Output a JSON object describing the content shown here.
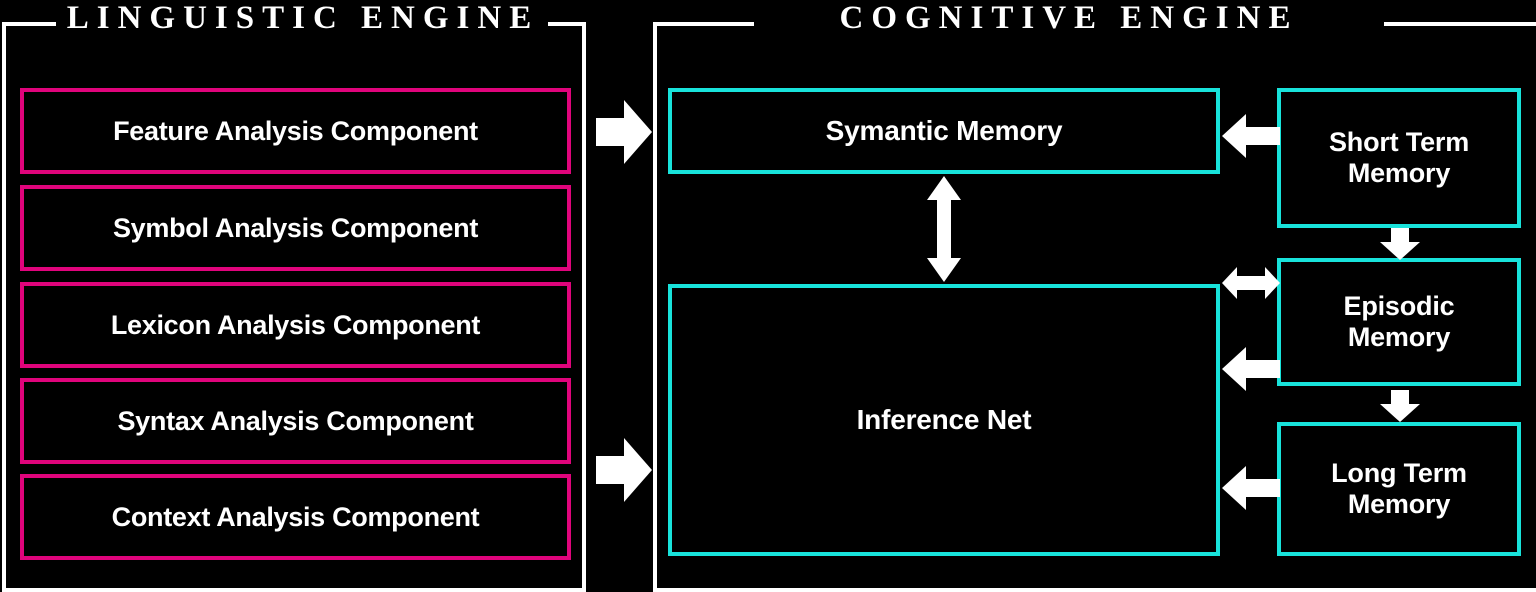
{
  "diagram": {
    "title_linguistic": "LINGUISTIC ENGINE",
    "title_cognitive": "COGNITIVE ENGINE",
    "colors": {
      "background": "#000000",
      "panel_border": "#ffffff",
      "linguistic_box": "#e0047c",
      "cognitive_box": "#18e3db",
      "arrow": "#ffffff",
      "text": "#ffffff"
    }
  },
  "linguistic_engine": {
    "components": [
      {
        "label": "Feature Analysis Component"
      },
      {
        "label": "Symbol Analysis Component"
      },
      {
        "label": "Lexicon Analysis Component"
      },
      {
        "label": "Syntax Analysis Component"
      },
      {
        "label": "Context Analysis Component"
      }
    ]
  },
  "cognitive_engine": {
    "core": [
      {
        "label": "Symantic Memory"
      },
      {
        "label": "Inference Net"
      }
    ],
    "memories": [
      {
        "label_line1": "Short Term",
        "label_line2": "Memory"
      },
      {
        "label_line1": "Episodic",
        "label_line2": "Memory"
      },
      {
        "label_line1": "Long Term",
        "label_line2": "Memory"
      }
    ]
  },
  "connections": [
    {
      "name": "linguistic-to-symantic",
      "direction": "right"
    },
    {
      "name": "linguistic-to-inference",
      "direction": "right"
    },
    {
      "name": "symantic-to-inference",
      "direction": "updown"
    },
    {
      "name": "short-term-to-symantic",
      "direction": "left"
    },
    {
      "name": "short-term-to-episodic",
      "direction": "down"
    },
    {
      "name": "episodic-to-inference-top",
      "direction": "leftright"
    },
    {
      "name": "episodic-to-inference-bottom",
      "direction": "left"
    },
    {
      "name": "episodic-to-long-term",
      "direction": "down"
    },
    {
      "name": "long-term-to-inference",
      "direction": "left"
    }
  ]
}
